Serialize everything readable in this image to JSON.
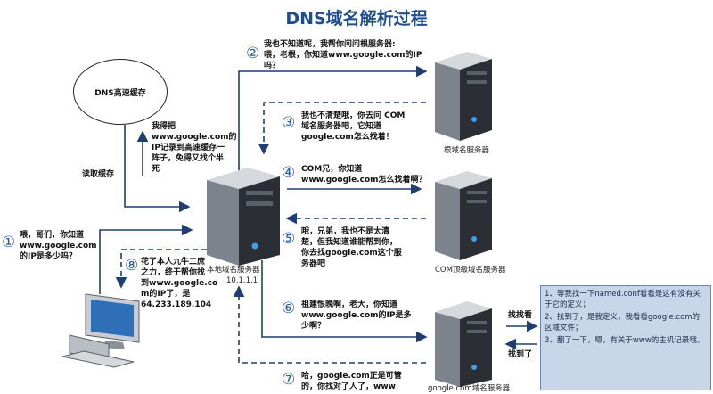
{
  "title": "DNS域名解析过程",
  "cache": {
    "label": "DNS高速缓存"
  },
  "servers": {
    "root": "根域名服务器",
    "com": "COM顶级域名服务器",
    "google": "google.com域名服务器",
    "local": "本地域名服务器",
    "local_ip": "10.1.1.1"
  },
  "steps": {
    "s1": {
      "num": "①",
      "text": "喂，哥们，你知道\nwww.google.com\n的IP是多少吗？"
    },
    "s2": {
      "num": "②",
      "text": "我也不知道呢，我帮你问问根服务器:\n喂，老根，你知道www.google.com的IP\n吗？"
    },
    "s3": {
      "num": "③",
      "text": "我也不清楚哦，你去问 COM\n域名服务器吧，它知道\ngoogle.com怎么找着！"
    },
    "s4": {
      "num": "④",
      "text": "COM兄，你知道\nwww.google.com怎么找着啊？"
    },
    "s5": {
      "num": "⑤",
      "text": "哦，兄弟，我也不是太清\n楚，但我知道谁能帮到你，\n你去找google.com这个服\n务器吧"
    },
    "s6": {
      "num": "⑥",
      "text": "祖建恨晚啊，老大，你知道\nwww.google.com的IP是多\n少啊？"
    },
    "s7": {
      "num": "⑦",
      "text": "哈，google.com正是可管\n的，你找对了人了，www"
    },
    "s8": {
      "num": "⑧",
      "text": "花了本人九牛二庶\n之力，终于帮你找\n到www.google.co\nm的IP了，是\n64.233.189.104"
    }
  },
  "cache_write": "我得把\nwww.google.com的\nIP记录到高速缓存一\n阵子，免得又找个半\n死",
  "read_cache": "读取缓存",
  "find_look": "找找看",
  "found": "找到了",
  "note": [
    "1、等我找一下named.conf看看是这有没有关于它的定义；",
    "2、找到了，是我定义，我看看google.com的区域文件；",
    "3、翻了一下，嗯，有关于www的主机记录哦。"
  ],
  "colors": {
    "arrow": "#1f3f73",
    "number": "#1f5fa8",
    "title": "#1f4e8c",
    "note_bg": "#c8d6ea"
  }
}
